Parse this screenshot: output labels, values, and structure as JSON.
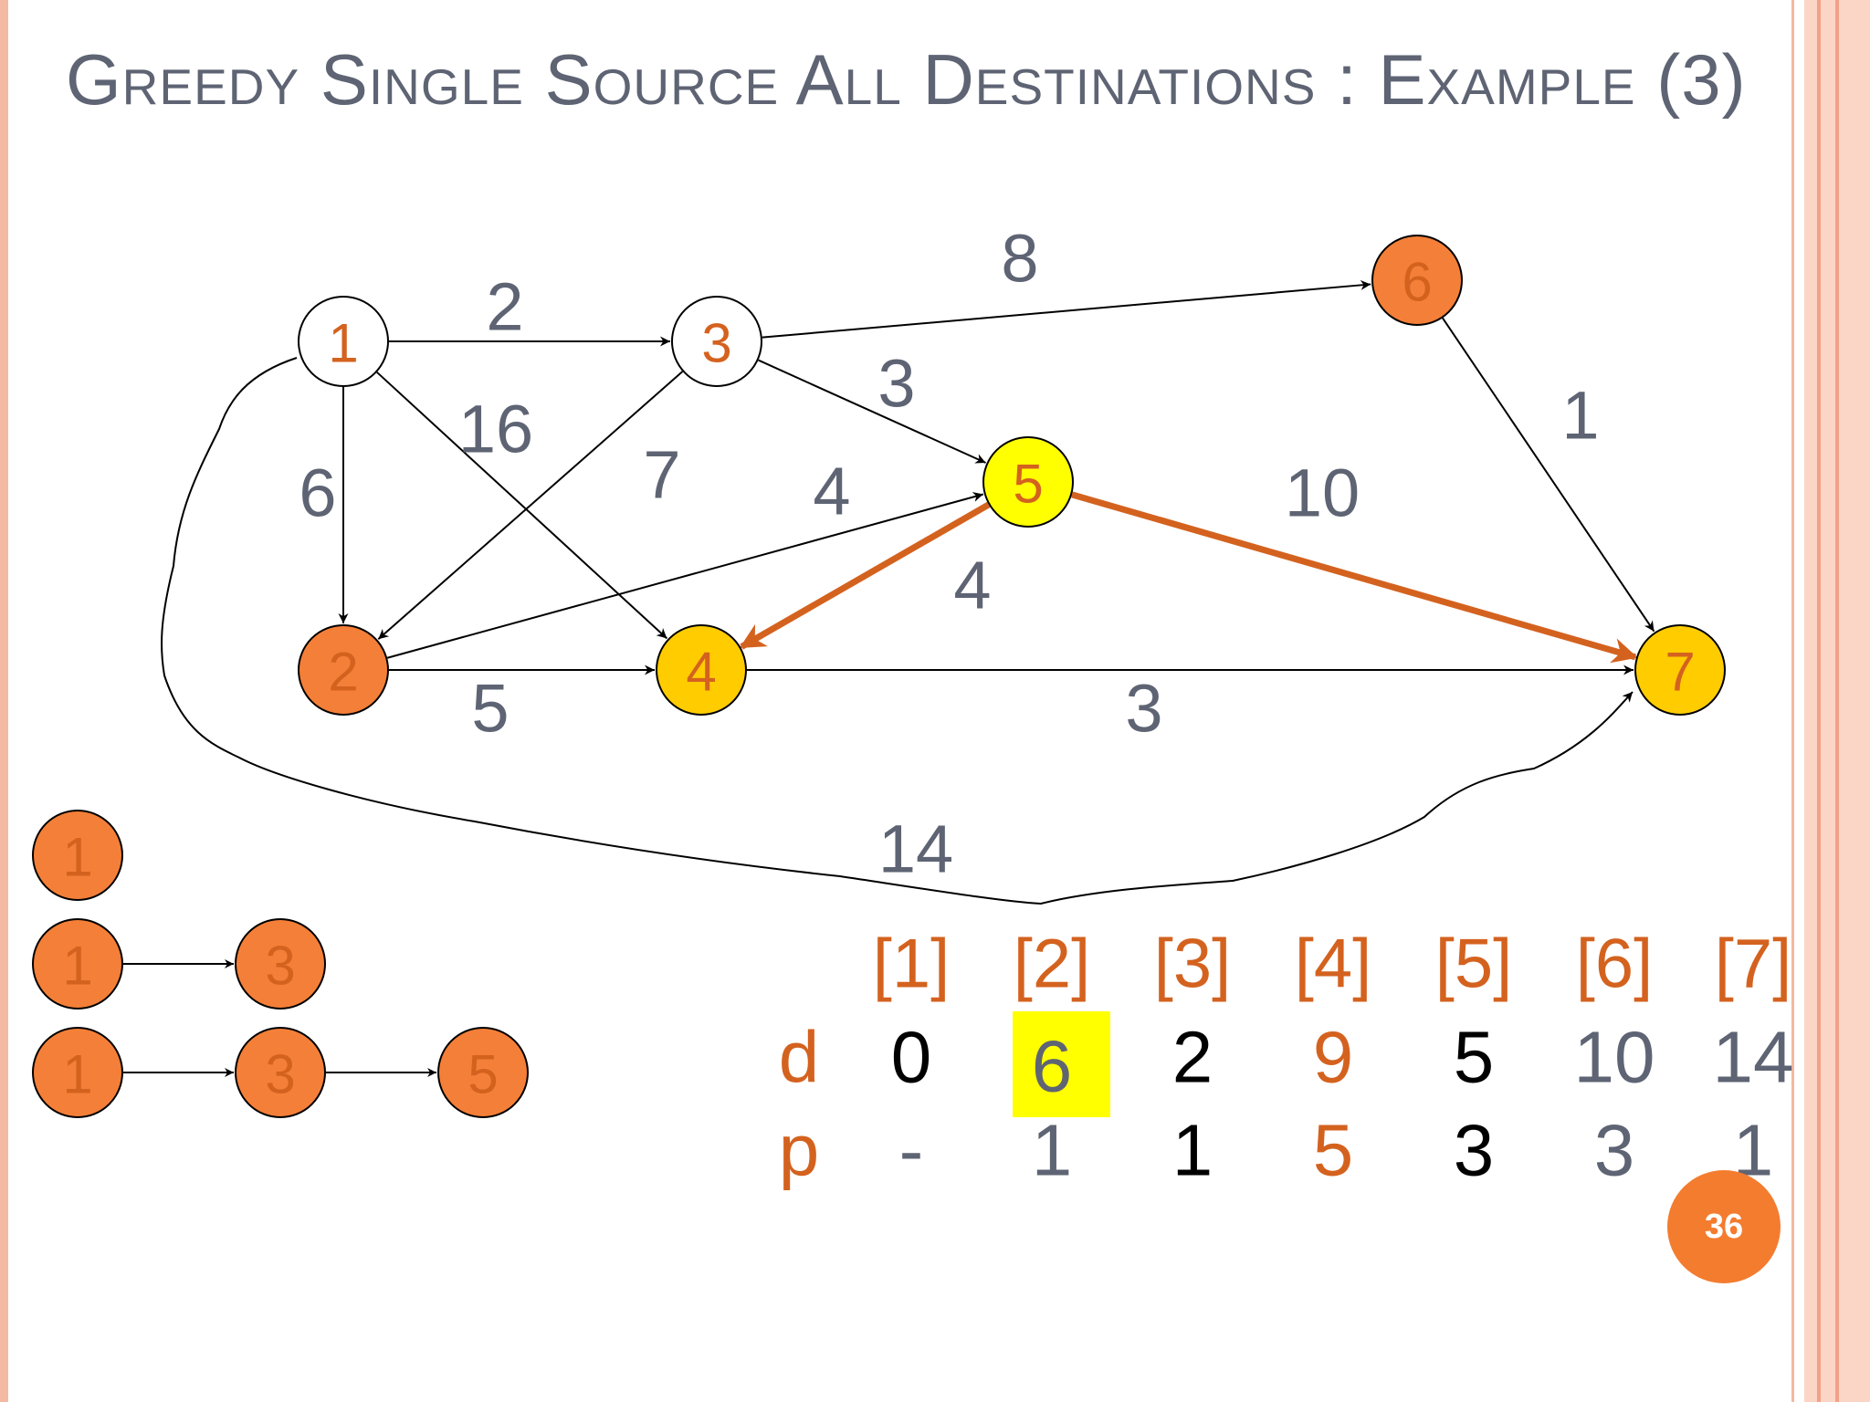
{
  "title": "Greedy Single Source All Destinations : Example (3)",
  "page_number": "36",
  "colors": {
    "orange_node": "#f47f38",
    "yellow_node": "#ffff00",
    "gold_node": "#ffcc00",
    "highlight_edge": "#d4621f",
    "edge": "#000000",
    "weight_text": "#5e6473",
    "orange_text": "#d4621f",
    "highlight_cell": "#ffff00"
  },
  "graph": {
    "nodes": [
      {
        "id": "1",
        "label": "1",
        "fill": "white"
      },
      {
        "id": "2",
        "label": "2",
        "fill": "orange"
      },
      {
        "id": "3",
        "label": "3",
        "fill": "white"
      },
      {
        "id": "4",
        "label": "4",
        "fill": "gold"
      },
      {
        "id": "5",
        "label": "5",
        "fill": "yellow"
      },
      {
        "id": "6",
        "label": "6",
        "fill": "orange"
      },
      {
        "id": "7",
        "label": "7",
        "fill": "gold"
      }
    ],
    "edges": [
      {
        "from": "1",
        "to": "3",
        "weight": "2",
        "highlight": false
      },
      {
        "from": "1",
        "to": "2",
        "weight": "6",
        "highlight": false
      },
      {
        "from": "1",
        "to": "4",
        "weight": "16",
        "highlight": false
      },
      {
        "from": "1",
        "to": "7",
        "weight": "14",
        "highlight": false
      },
      {
        "from": "3",
        "to": "6",
        "weight": "8",
        "highlight": false
      },
      {
        "from": "3",
        "to": "5",
        "weight": "3",
        "highlight": false
      },
      {
        "from": "3",
        "to": "2",
        "weight": "7",
        "highlight": false
      },
      {
        "from": "2",
        "to": "5",
        "weight": "4",
        "highlight": false
      },
      {
        "from": "2",
        "to": "4",
        "weight": "5",
        "highlight": false
      },
      {
        "from": "5",
        "to": "4",
        "weight": "4",
        "highlight": true
      },
      {
        "from": "5",
        "to": "7",
        "weight": "10",
        "highlight": true
      },
      {
        "from": "4",
        "to": "7",
        "weight": "3",
        "highlight": false
      },
      {
        "from": "6",
        "to": "7",
        "weight": "1",
        "highlight": false
      }
    ]
  },
  "paths": [
    [
      "1"
    ],
    [
      "1",
      "3"
    ],
    [
      "1",
      "3",
      "5"
    ]
  ],
  "table": {
    "headers": [
      "[1]",
      "[2]",
      "[3]",
      "[4]",
      "[5]",
      "[6]",
      "[7]"
    ],
    "rows": [
      {
        "label": "d",
        "values": [
          "0",
          "6",
          "2",
          "9",
          "5",
          "10",
          "14"
        ],
        "highlight_col": 1,
        "orange_cols": [
          3
        ]
      },
      {
        "label": "p",
        "values": [
          "-",
          "1",
          "1",
          "5",
          "3",
          "3",
          "1"
        ],
        "orange_cols": [
          3
        ]
      }
    ]
  }
}
